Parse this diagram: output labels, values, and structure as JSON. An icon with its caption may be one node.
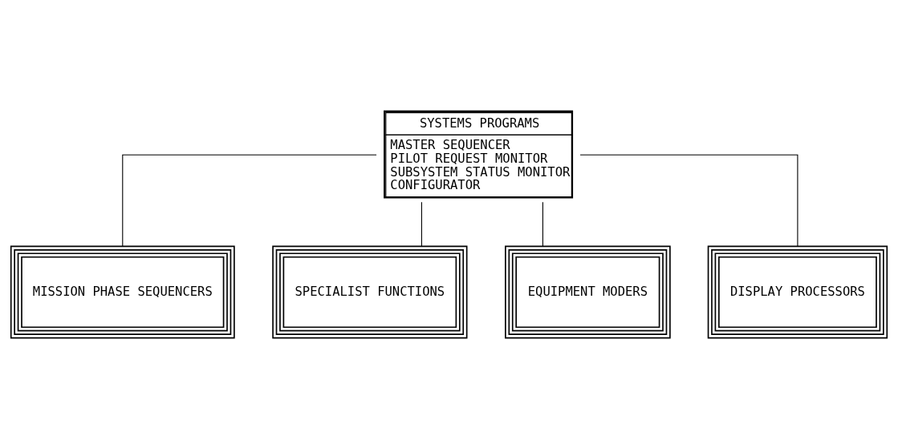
{
  "diagram": {
    "nodes": [
      {
        "text": [
          "SYSTEMS PROGRAMS",
          "MASTER SEQUENCER",
          "PILOT REQUEST MONITOR",
          "SUBSYSTEM STATUS MONITOR",
          "CONFIGURATOR"
        ]
      },
      {
        "text": [
          "MISSION PHASE SEQUENCERS"
        ]
      },
      {
        "text": [
          "SPECIALIST FUNCTIONS"
        ]
      },
      {
        "text": [
          "EQUIPMENT MODERS"
        ]
      },
      {
        "text": [
          "DISPLAY PROCESSORS"
        ]
      }
    ],
    "edges": [
      {
        "from": 0,
        "to": 1,
        "arrow": "none"
      },
      {
        "from": 0,
        "to": 2,
        "arrow": "none"
      },
      {
        "from": 0,
        "to": 3,
        "arrow": "none"
      },
      {
        "from": 0,
        "to": 4,
        "arrow": "none"
      }
    ]
  }
}
